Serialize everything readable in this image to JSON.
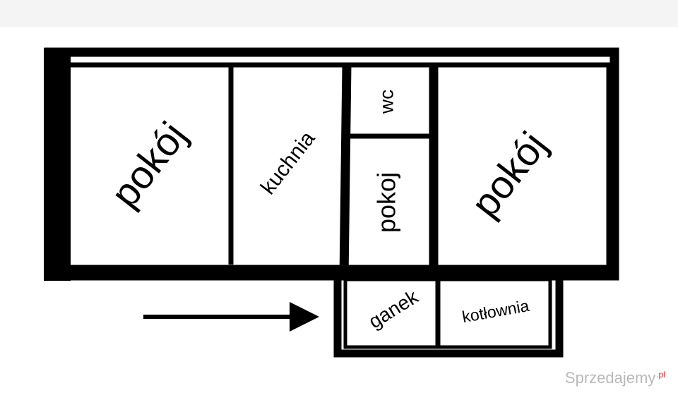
{
  "rooms": {
    "pokoj_left": "pokój",
    "kuchnia": "kuchnia",
    "wc": "wc",
    "pokoj_middle": "pokoj",
    "pokoj_right": "pokój",
    "ganek": "ganek",
    "kotlownia": "kotłownia"
  },
  "watermark": {
    "text": "Sprzedajemy",
    "suffix": ".pl"
  }
}
